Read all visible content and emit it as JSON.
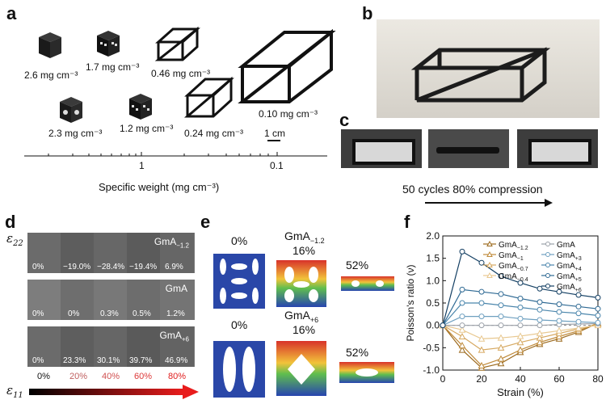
{
  "panels": {
    "a": {
      "letter": "a",
      "samples": [
        {
          "density": "2.6 mg cm⁻³"
        },
        {
          "density": "1.7 mg cm⁻³"
        },
        {
          "density": "0.46 mg cm⁻³"
        },
        {
          "density": "0.10 mg cm⁻³"
        },
        {
          "density": "2.3 mg cm⁻³"
        },
        {
          "density": "1.2 mg cm⁻³"
        },
        {
          "density": "0.24 mg cm⁻³"
        }
      ],
      "scale_bar": "1 cm",
      "axis_ticks": [
        "1",
        "0.1"
      ],
      "axis_label": "Specific weight (mg cm⁻³)"
    },
    "b": {
      "letter": "b"
    },
    "c": {
      "letter": "c",
      "caption": "50 cycles 80% compression"
    },
    "d": {
      "letter": "d",
      "y_label": "ε",
      "y_sub": "22",
      "x_label": "ε",
      "x_sub": "11",
      "rows": [
        {
          "name": "GmA",
          "sub": "−1.2",
          "values": [
            "0%",
            "−19.0%",
            "−28.4%",
            "−19.4%",
            "6.9%"
          ]
        },
        {
          "name": "GmA",
          "sub": "",
          "values": [
            "0%",
            "0%",
            "0.3%",
            "0.5%",
            "1.2%"
          ]
        },
        {
          "name": "GmA",
          "sub": "+6",
          "values": [
            "0%",
            "23.3%",
            "30.1%",
            "39.7%",
            "46.9%"
          ]
        }
      ],
      "strain_ticks": [
        "0%",
        "20%",
        "40%",
        "60%",
        "80%"
      ]
    },
    "e": {
      "letter": "e",
      "top": {
        "name": "GmA",
        "sub": "−1.2",
        "labels": [
          "0%",
          "16%",
          "52%"
        ]
      },
      "bottom": {
        "name": "GmA",
        "sub": "+6",
        "labels": [
          "0%",
          "16%",
          "52%"
        ]
      }
    },
    "f": {
      "letter": "f"
    }
  },
  "chart_data": {
    "type": "line",
    "xlabel": "Strain (%)",
    "ylabel": "Poisson's ratio (ν)",
    "xlim": [
      0,
      80
    ],
    "ylim": [
      -1.0,
      2.0
    ],
    "xticks": [
      0,
      20,
      40,
      60,
      80
    ],
    "yticks": [
      -1.0,
      -0.5,
      0.0,
      0.5,
      1.0,
      1.5,
      2.0
    ],
    "x": [
      0,
      10,
      20,
      30,
      40,
      50,
      60,
      70,
      80
    ],
    "series": [
      {
        "name": "GmA",
        "sub": "−1.2",
        "color": "#9c6a1e",
        "values": [
          0,
          -0.55,
          -0.95,
          -0.85,
          -0.6,
          -0.42,
          -0.3,
          -0.15,
          0.05
        ]
      },
      {
        "name": "GmA",
        "sub": "−1",
        "color": "#bf8a3a",
        "values": [
          0,
          -0.45,
          -0.9,
          -0.75,
          -0.55,
          -0.38,
          -0.25,
          -0.12,
          0.05
        ]
      },
      {
        "name": "GmA",
        "sub": "−0.7",
        "color": "#d6a860",
        "values": [
          0,
          -0.25,
          -0.55,
          -0.5,
          -0.38,
          -0.28,
          -0.18,
          -0.08,
          0.02
        ]
      },
      {
        "name": "GmA",
        "sub": "−0.4",
        "color": "#e8c890",
        "values": [
          0,
          -0.1,
          -0.3,
          -0.28,
          -0.24,
          -0.18,
          -0.12,
          -0.06,
          0.0
        ]
      },
      {
        "name": "GmA",
        "sub": "",
        "color": "#9aa0a8",
        "values": [
          0,
          0.0,
          0.0,
          0.0,
          0.0,
          0.0,
          0.02,
          0.03,
          0.04
        ]
      },
      {
        "name": "GmA",
        "sub": "+3",
        "color": "#6fa0c0",
        "values": [
          0,
          0.2,
          0.2,
          0.2,
          0.15,
          0.12,
          0.1,
          0.08,
          0.06
        ]
      },
      {
        "name": "GmA",
        "sub": "+4",
        "color": "#4b86ac",
        "values": [
          0,
          0.5,
          0.5,
          0.45,
          0.4,
          0.35,
          0.3,
          0.27,
          0.22
        ]
      },
      {
        "name": "GmA",
        "sub": "+5",
        "color": "#2f6a94",
        "values": [
          0,
          0.8,
          0.75,
          0.7,
          0.6,
          0.52,
          0.47,
          0.42,
          0.37
        ]
      },
      {
        "name": "GmA",
        "sub": "+6",
        "color": "#123e62",
        "values": [
          0,
          1.65,
          1.4,
          1.1,
          0.95,
          0.82,
          0.75,
          0.68,
          0.62
        ]
      }
    ]
  }
}
